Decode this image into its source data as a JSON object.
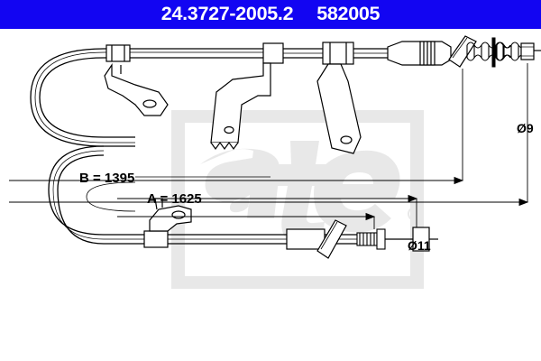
{
  "header": {
    "part_number": "24.3727-2005.2",
    "reference_number": "582005",
    "background_color": "#1205f2",
    "text_color": "#ffffff"
  },
  "drawing": {
    "type": "technical-part-drawing",
    "subject": "handbrake cable assembly",
    "watermark_text": "ate",
    "watermark_color": "#e8e8e8",
    "line_color": "#000000",
    "background_color": "#ffffff",
    "labels": {
      "length_b": "B = 1395",
      "length_a": "A = 1625",
      "diameter_upper": "Ø9",
      "diameter_lower": "Ø11"
    }
  }
}
